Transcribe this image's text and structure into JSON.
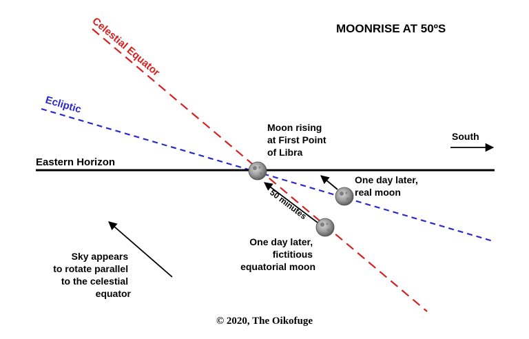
{
  "title": "MOONRISE AT 50ºS",
  "labels": {
    "celestial_equator": "Celestial Equator",
    "ecliptic": "Ecliptic",
    "eastern_horizon": "Eastern Horizon",
    "south": "South",
    "moon_rising": [
      "Moon rising",
      "at First Point",
      "of Libra"
    ],
    "real_moon": [
      "One day later,",
      "real moon"
    ],
    "fictitious_moon": [
      "One day later,",
      "fictitious",
      "equatorial moon"
    ],
    "fifty_minutes": "50 minutes",
    "sky_rotation": [
      "Sky appears",
      "to rotate parallel",
      "to the celestial",
      "equator"
    ]
  },
  "copyright": "© 2020, The Oikofuge",
  "colors": {
    "celestial_equator": "#d42020",
    "ecliptic": "#2a2ac8",
    "horizon": "#000000",
    "moon": "#9a9a9a"
  }
}
